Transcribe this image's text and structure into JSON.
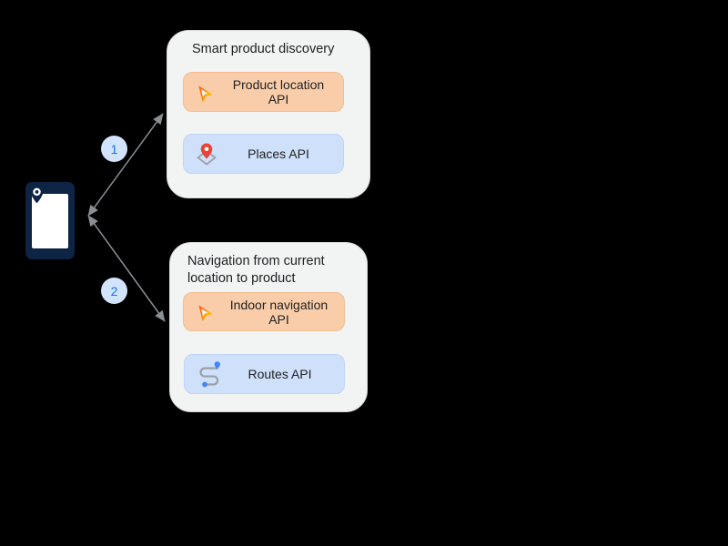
{
  "diagram": {
    "background_color": "#000000",
    "device": {
      "icon": "smartphone-location-icon",
      "color": "#0d2445"
    },
    "connections": [
      {
        "label": "1",
        "from": "device",
        "to": "Smart product discovery",
        "style": "double-arrow"
      },
      {
        "label": "2",
        "from": "device",
        "to": "Navigation from current location to product",
        "style": "double-arrow"
      }
    ],
    "groups": [
      {
        "title": "Smart product discovery",
        "items": [
          {
            "label": "Product location API",
            "icon": "navigation-arrow-icon",
            "bg": "#f9cda9"
          },
          {
            "label": "Places API",
            "icon": "map-pin-icon",
            "bg": "#cfe0fb"
          }
        ]
      },
      {
        "title": "Navigation from current location to product",
        "items": [
          {
            "label": "Indoor navigation API",
            "icon": "navigation-arrow-icon",
            "bg": "#f9cda9"
          },
          {
            "label": "Routes API",
            "icon": "route-icon",
            "bg": "#cfe0fb"
          }
        ]
      }
    ],
    "colors": {
      "badge_bg": "#d2e3fc",
      "badge_text": "#1a73e8",
      "box_bg": "#f2f3f3",
      "peach_pill": "#f9cda9",
      "blue_pill": "#cfe0fb",
      "arrow": "#8a8f94",
      "text": "#202124",
      "pin_red": "#ea4335",
      "route_blue": "#4285f4",
      "phone_navy": "#0d2445"
    }
  }
}
